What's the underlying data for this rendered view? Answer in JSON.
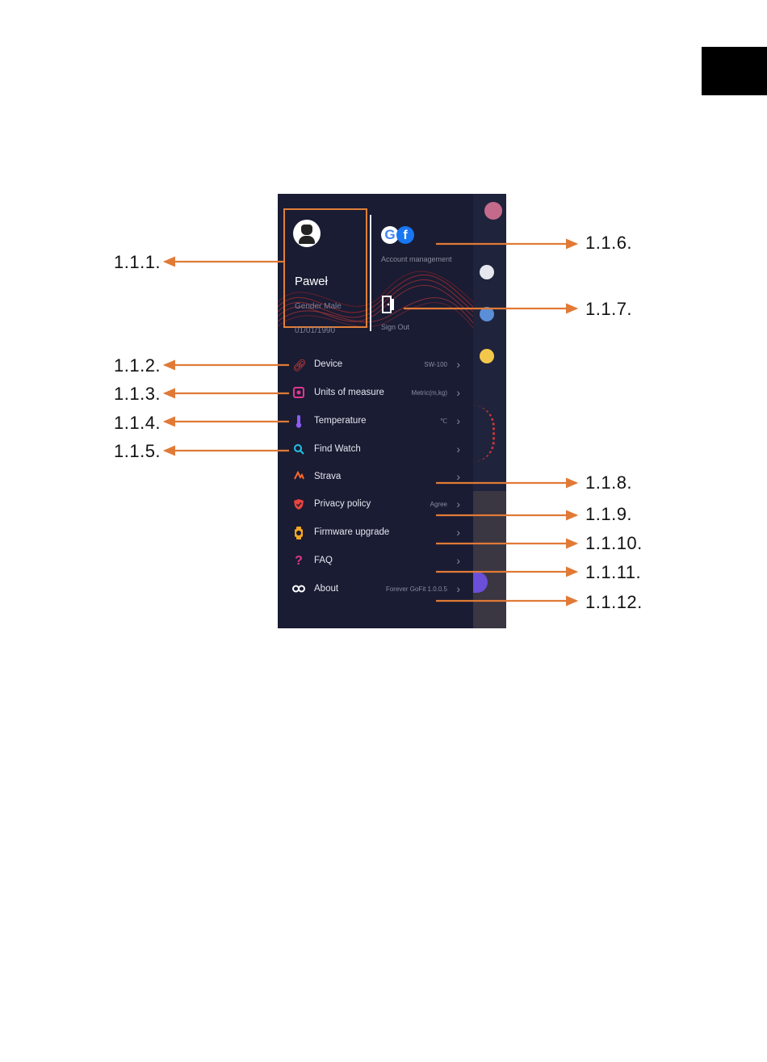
{
  "callouts": {
    "c1": "1.1.1.",
    "c2": "1.1.2.",
    "c3": "1.1.3.",
    "c4": "1.1.4.",
    "c5": "1.1.5.",
    "c6": "1.1.6.",
    "c7": "1.1.7.",
    "c8": "1.1.8.",
    "c9": "1.1.9.",
    "c10": "1.1.10.",
    "c11": "1.1.11.",
    "c12": "1.1.12."
  },
  "profile": {
    "name": "Paweł",
    "gender": "Gender  Male",
    "dob": "01/01/1990"
  },
  "account": {
    "google_glyph": "G",
    "facebook_glyph": "f",
    "label": "Account management"
  },
  "signout": {
    "label": "Sign Out"
  },
  "menu": [
    {
      "label": "Device",
      "value": "SW-100",
      "icon": "link-icon",
      "color": "#e8433e"
    },
    {
      "label": "Units of measure",
      "value": "Metric(m,kg)",
      "icon": "ruler-icon",
      "color": "#e2368f"
    },
    {
      "label": "Temperature",
      "value": "℃",
      "icon": "thermometer-icon",
      "color": "#8b5cf6"
    },
    {
      "label": "Find Watch",
      "value": "",
      "icon": "search-icon",
      "color": "#22c3e6"
    },
    {
      "label": "Strava",
      "value": "",
      "icon": "strava-icon",
      "color": "#fc6a2b"
    },
    {
      "label": "Privacy policy",
      "value": "Agree",
      "icon": "shield-icon",
      "color": "#e8433e"
    },
    {
      "label": "Firmware upgrade",
      "value": "",
      "icon": "watch-icon",
      "color": "#f5a623"
    },
    {
      "label": "FAQ",
      "value": "",
      "icon": "question-icon",
      "color": "#e2368f"
    },
    {
      "label": "About",
      "value": "Forever GoFit 1.0.0.5",
      "icon": "go-logo-icon",
      "color": "#ffffff"
    }
  ],
  "colors": {
    "arrow": "#e07a36",
    "panel": "#1a1c33",
    "box": "#e0803a"
  }
}
